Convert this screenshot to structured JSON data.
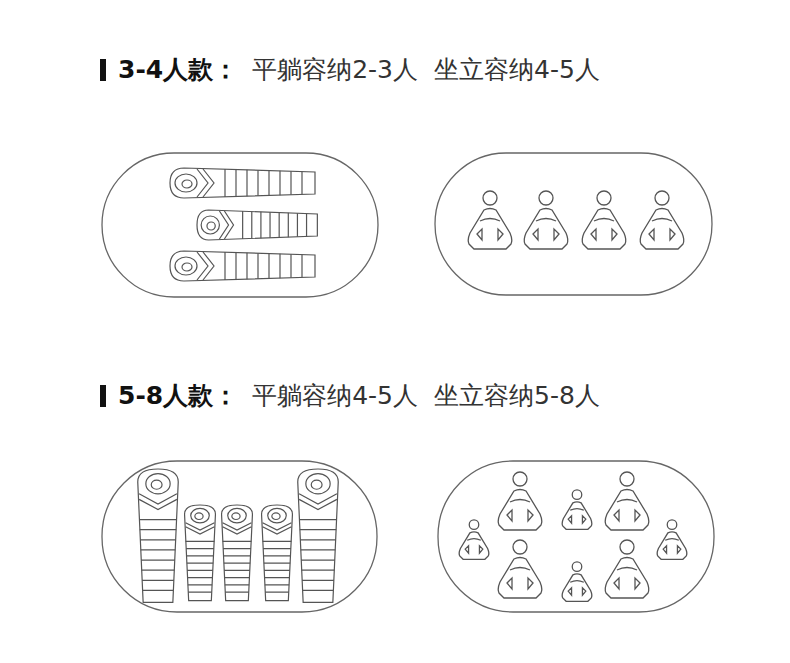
{
  "diagram": {
    "labels": [
      "3-4人款：",
      "平躺容纳2-3人",
      "坐立容纳4-5人",
      "5-8人款：",
      "平躺容纳4-5人",
      "坐立容纳5-8人"
    ]
  }
}
